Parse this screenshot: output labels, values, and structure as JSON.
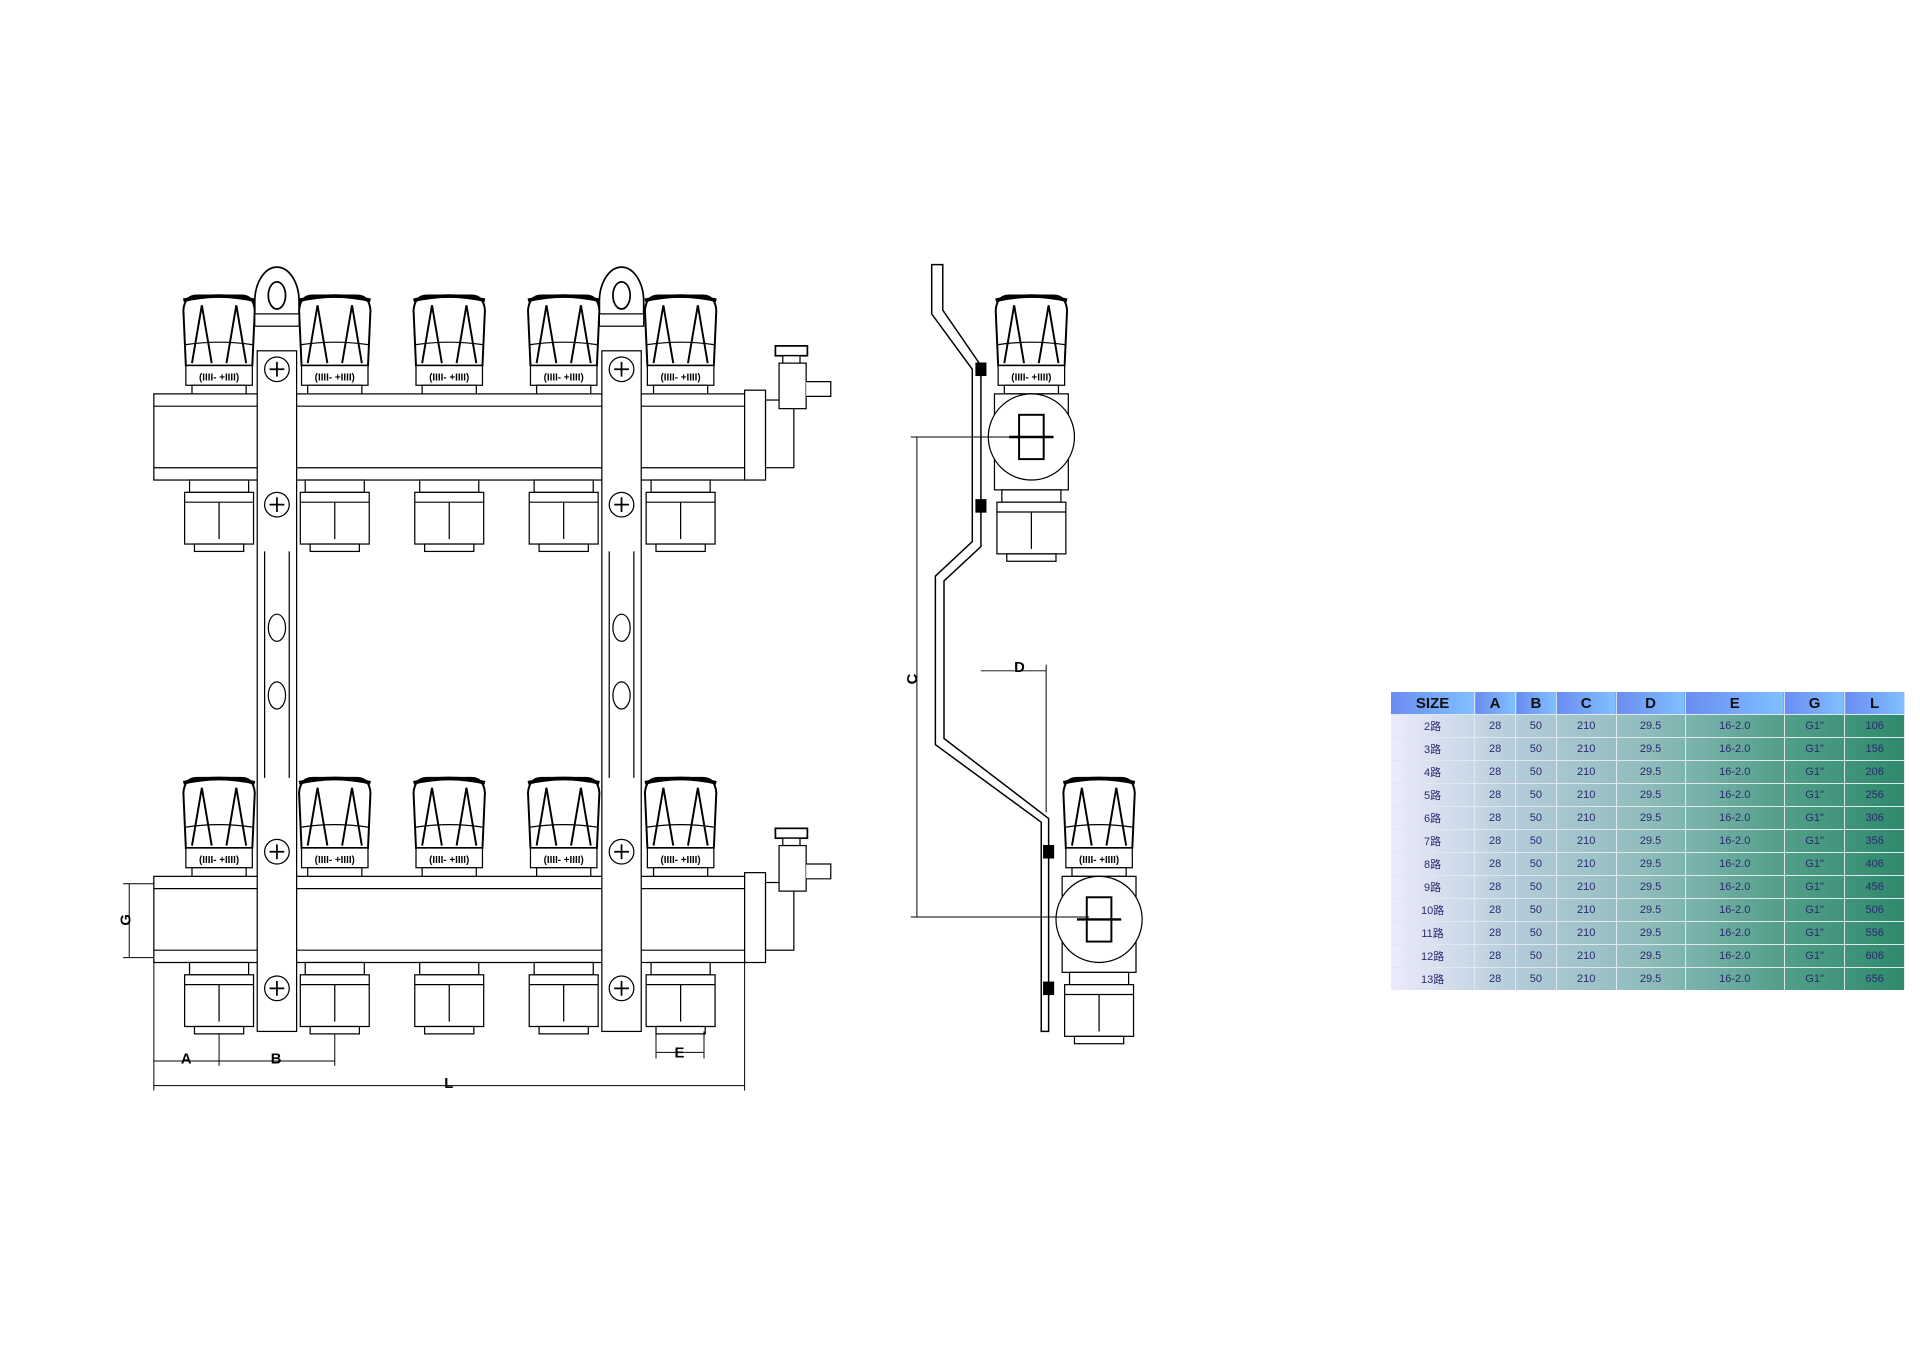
{
  "drawing": {
    "dimension_labels": {
      "A": "A",
      "B": "B",
      "L": "L",
      "E": "E",
      "G": "G",
      "C": "C",
      "D": "D"
    },
    "knob_scale_label": "(IIII-  +IIII)"
  },
  "table": {
    "headers": [
      "SIZE",
      "A",
      "B",
      "C",
      "D",
      "E",
      "G",
      "L"
    ],
    "rows": [
      [
        "2路",
        "28",
        "50",
        "210",
        "29.5",
        "16-2.0",
        "G1\"",
        "106"
      ],
      [
        "3路",
        "28",
        "50",
        "210",
        "29.5",
        "16-2.0",
        "G1\"",
        "156"
      ],
      [
        "4路",
        "28",
        "50",
        "210",
        "29.5",
        "16-2.0",
        "G1\"",
        "206"
      ],
      [
        "5路",
        "28",
        "50",
        "210",
        "29.5",
        "16-2.0",
        "G1\"",
        "256"
      ],
      [
        "6路",
        "28",
        "50",
        "210",
        "29.5",
        "16-2.0",
        "G1\"",
        "306"
      ],
      [
        "7路",
        "28",
        "50",
        "210",
        "29.5",
        "16-2.0",
        "G1\"",
        "356"
      ],
      [
        "8路",
        "28",
        "50",
        "210",
        "29.5",
        "16-2.0",
        "G1\"",
        "406"
      ],
      [
        "9路",
        "28",
        "50",
        "210",
        "29.5",
        "16-2.0",
        "G1\"",
        "456"
      ],
      [
        "10路",
        "28",
        "50",
        "210",
        "29.5",
        "16-2.0",
        "G1\"",
        "506"
      ],
      [
        "11路",
        "28",
        "50",
        "210",
        "29.5",
        "16-2.0",
        "G1\"",
        "556"
      ],
      [
        "12路",
        "28",
        "50",
        "210",
        "29.5",
        "16-2.0",
        "G1\"",
        "606"
      ],
      [
        "13路",
        "28",
        "50",
        "210",
        "29.5",
        "16-2.0",
        "G1\"",
        "656"
      ]
    ]
  },
  "colors": {
    "header_start": "#6b8cf2",
    "header_end": "#80c0ff",
    "row_start": "#ecebfc",
    "row_end": "#2e8a6c",
    "text": "#2a2a6e"
  }
}
